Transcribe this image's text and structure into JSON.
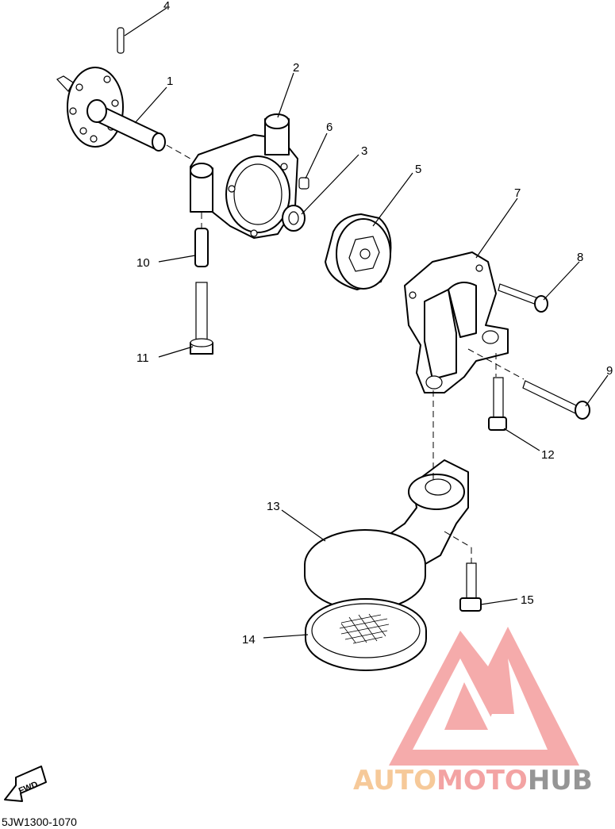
{
  "diagram": {
    "callouts": [
      {
        "id": "1",
        "label": "1"
      },
      {
        "id": "2",
        "label": "2"
      },
      {
        "id": "3",
        "label": "3"
      },
      {
        "id": "4",
        "label": "4"
      },
      {
        "id": "5",
        "label": "5"
      },
      {
        "id": "6",
        "label": "6"
      },
      {
        "id": "7",
        "label": "7"
      },
      {
        "id": "8",
        "label": "8"
      },
      {
        "id": "9",
        "label": "9"
      },
      {
        "id": "10",
        "label": "10"
      },
      {
        "id": "11",
        "label": "11"
      },
      {
        "id": "12",
        "label": "12"
      },
      {
        "id": "13",
        "label": "13"
      },
      {
        "id": "14",
        "label": "14"
      },
      {
        "id": "15",
        "label": "15"
      }
    ],
    "fwd_label": "FWD",
    "figure_code": "5JW1300-1070"
  },
  "watermark": {
    "part1": "AUTO",
    "part2": "MOTO",
    "part3": "HUB",
    "colors": {
      "auto": "#f6c48e",
      "moto": "#f29a9a",
      "hub": "#8a8a8a",
      "logo": "#f28b8b"
    }
  }
}
